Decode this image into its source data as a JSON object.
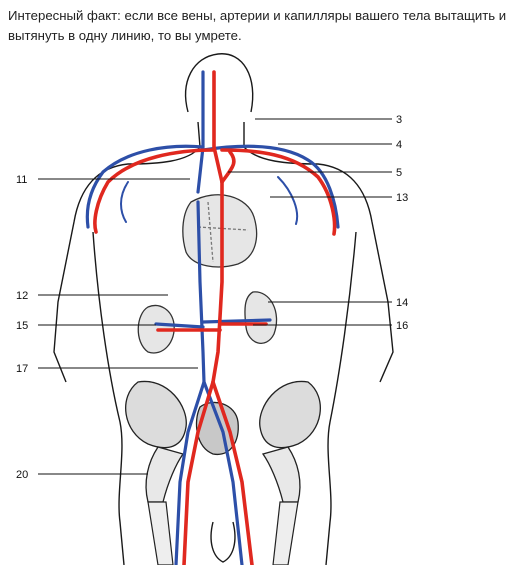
{
  "caption": "Интересный факт: если все вены, артерии и капилляры вашего тела вытащить и вытянуть в одну линию, то вы умрете.",
  "colors": {
    "artery": "#e0281f",
    "vein": "#2d4fa8",
    "outline": "#1a1a1a",
    "background": "#ffffff"
  },
  "labels": {
    "l3": "3",
    "l4": "4",
    "l5": "5",
    "l13": "13",
    "l11": "11",
    "l12": "12",
    "l14": "14",
    "l15": "15",
    "l16": "16",
    "l17": "17",
    "l20": "20"
  }
}
